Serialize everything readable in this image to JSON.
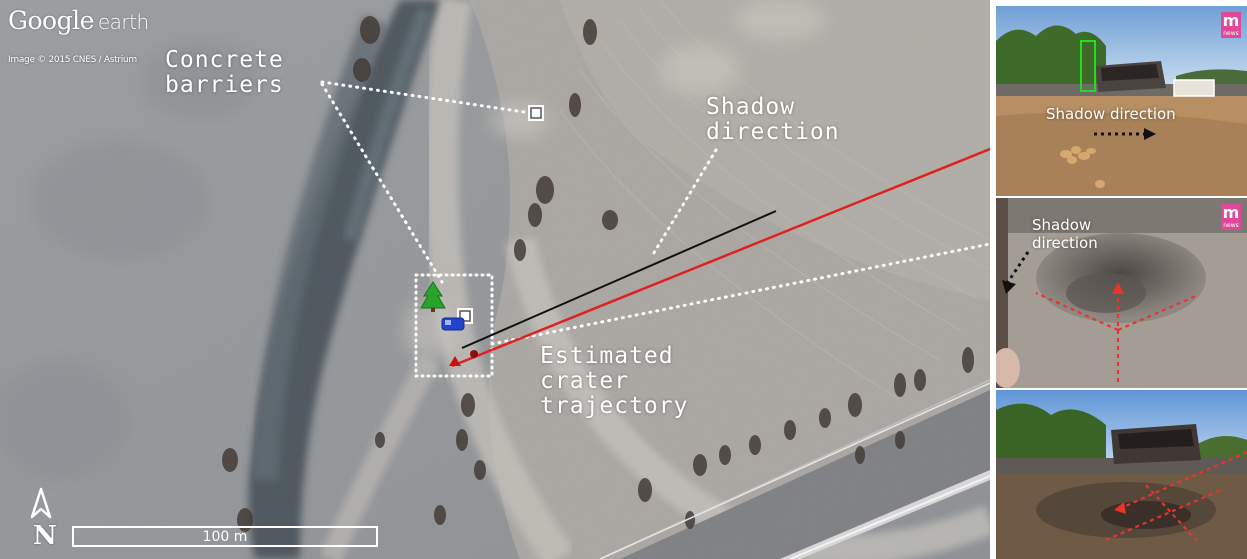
{
  "map": {
    "logo_brand": "Google",
    "logo_product": "earth",
    "imagery_credit": "Image © 2015 CNES / Astrium",
    "labels": {
      "concrete_barriers": "Concrete\nbarriers",
      "shadow_direction": "Shadow\ndirection",
      "estimated_trajectory": "Estimated\ncrater\ntrajectory"
    },
    "north_label": "N",
    "scale_label": "100 m",
    "colors": {
      "trajectory_line": "#e02020",
      "shadow_line": "#111111",
      "tree_marker": "#2aa32a",
      "vehicle_marker": "#2244cc",
      "crater_marker": "#cc1111",
      "annotation": "#ffffff"
    }
  },
  "photos": [
    {
      "badge": "m",
      "badge_sub": "news",
      "label": "Shadow direction"
    },
    {
      "badge": "m",
      "badge_sub": "news",
      "label": "Shadow\ndirection"
    },
    {
      "badge": "",
      "badge_sub": "",
      "label": ""
    }
  ]
}
